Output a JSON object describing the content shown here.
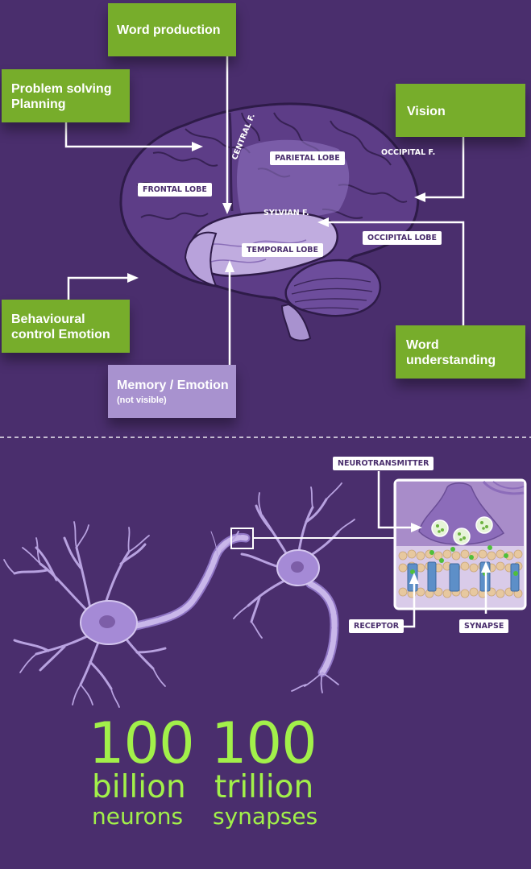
{
  "brain": {
    "boxes": {
      "word_production": "Word production",
      "problem_solving": "Problem solving Planning",
      "vision": "Vision",
      "behavioural": "Behavioural control Emotion",
      "memory": "Memory / Emotion",
      "memory_note": "(not visible)",
      "word_understanding": "Word understanding"
    },
    "labels": {
      "frontal_lobe": "FRONTAL LOBE",
      "parietal_lobe": "PARIETAL LOBE",
      "temporal_lobe": "TEMPORAL LOBE",
      "occipital_lobe": "OCCIPITAL LOBE",
      "central_f": "CENTRAL F.",
      "sylvian_f": "SYLVIAN F.",
      "occipital_f": "OCCIPITAL F."
    }
  },
  "neurons": {
    "labels": {
      "neurotransmitter": "NEUROTRANSMITTER",
      "receptor": "RECEPTOR",
      "synapse": "SYNAPSE"
    }
  },
  "stats": [
    {
      "number": "100",
      "unit": "billion",
      "noun": "neurons"
    },
    {
      "number": "100",
      "unit": "trillion",
      "noun": "synapses"
    }
  ],
  "colors": {
    "background": "#4a2e6d",
    "green": "#77ad2b",
    "lavender": "#a892cf",
    "stat_green": "#a2f04a"
  }
}
